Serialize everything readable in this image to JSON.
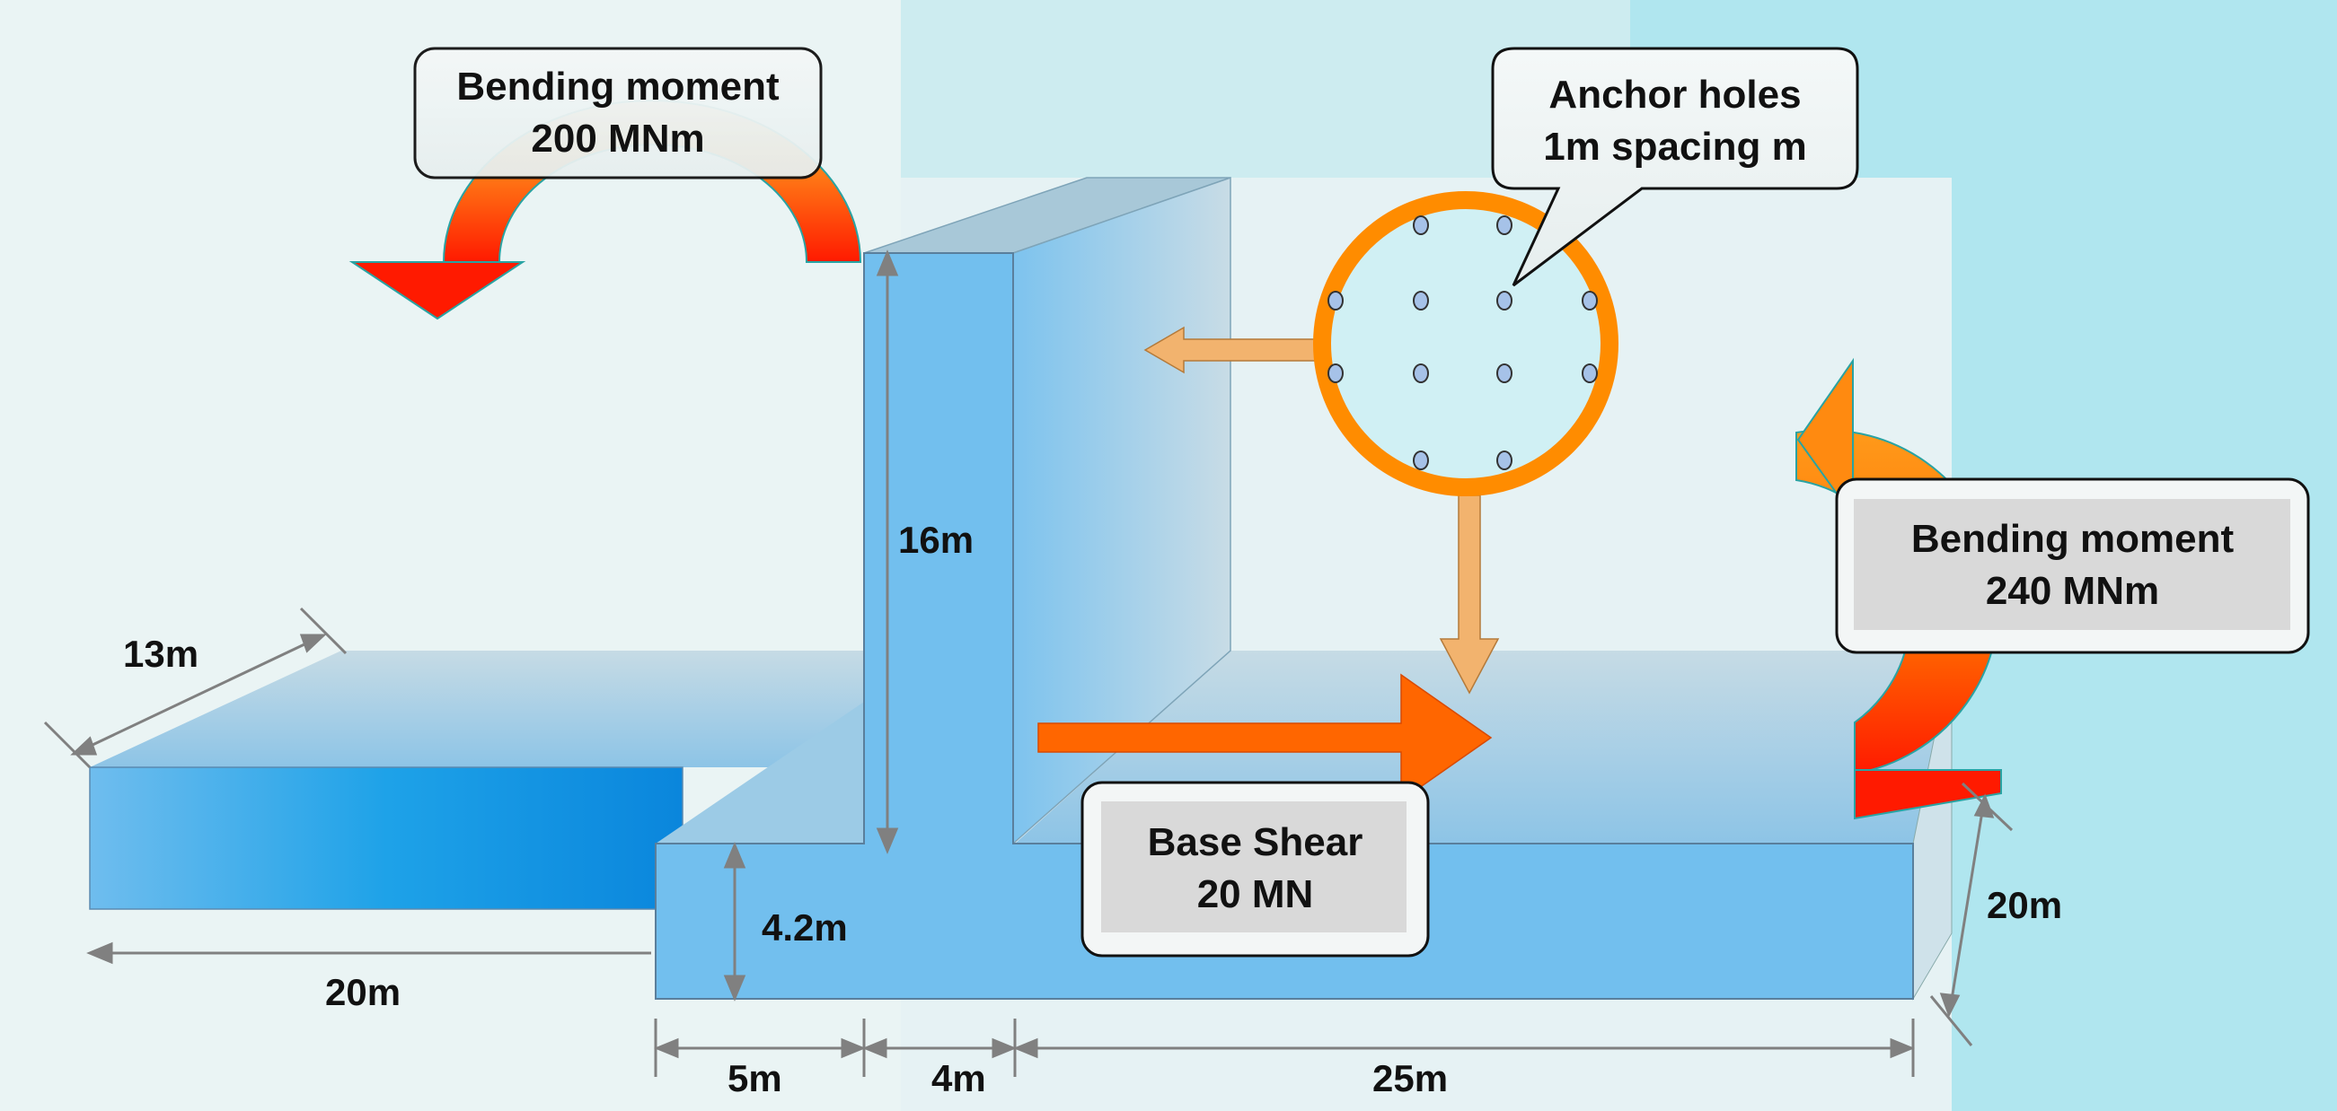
{
  "moments": {
    "left": {
      "label": "Bending moment",
      "value": "200 MNm"
    },
    "right": {
      "label": "Bending moment",
      "value": "240 MNm"
    }
  },
  "anchor": {
    "label": "Anchor holes",
    "value": "1m spacing m"
  },
  "shear": {
    "label": "Base Shear",
    "value": "20 MN"
  },
  "dimensions": {
    "wall_height": "16m",
    "slab_width": "13m",
    "slab_length": "20m",
    "base_height": "4.2m",
    "base_depth": "20m",
    "seg_a": "5m",
    "seg_b": "4m",
    "seg_c": "25m"
  },
  "colors": {
    "structure": "#72bfee",
    "slab_dark": "#0a8ee0",
    "arrow_orange": "#ff6600",
    "arrow_red": "#ff2000",
    "arrow_light": "#f2b36e",
    "ring": "#ff8c00",
    "dim_line": "#808080"
  }
}
